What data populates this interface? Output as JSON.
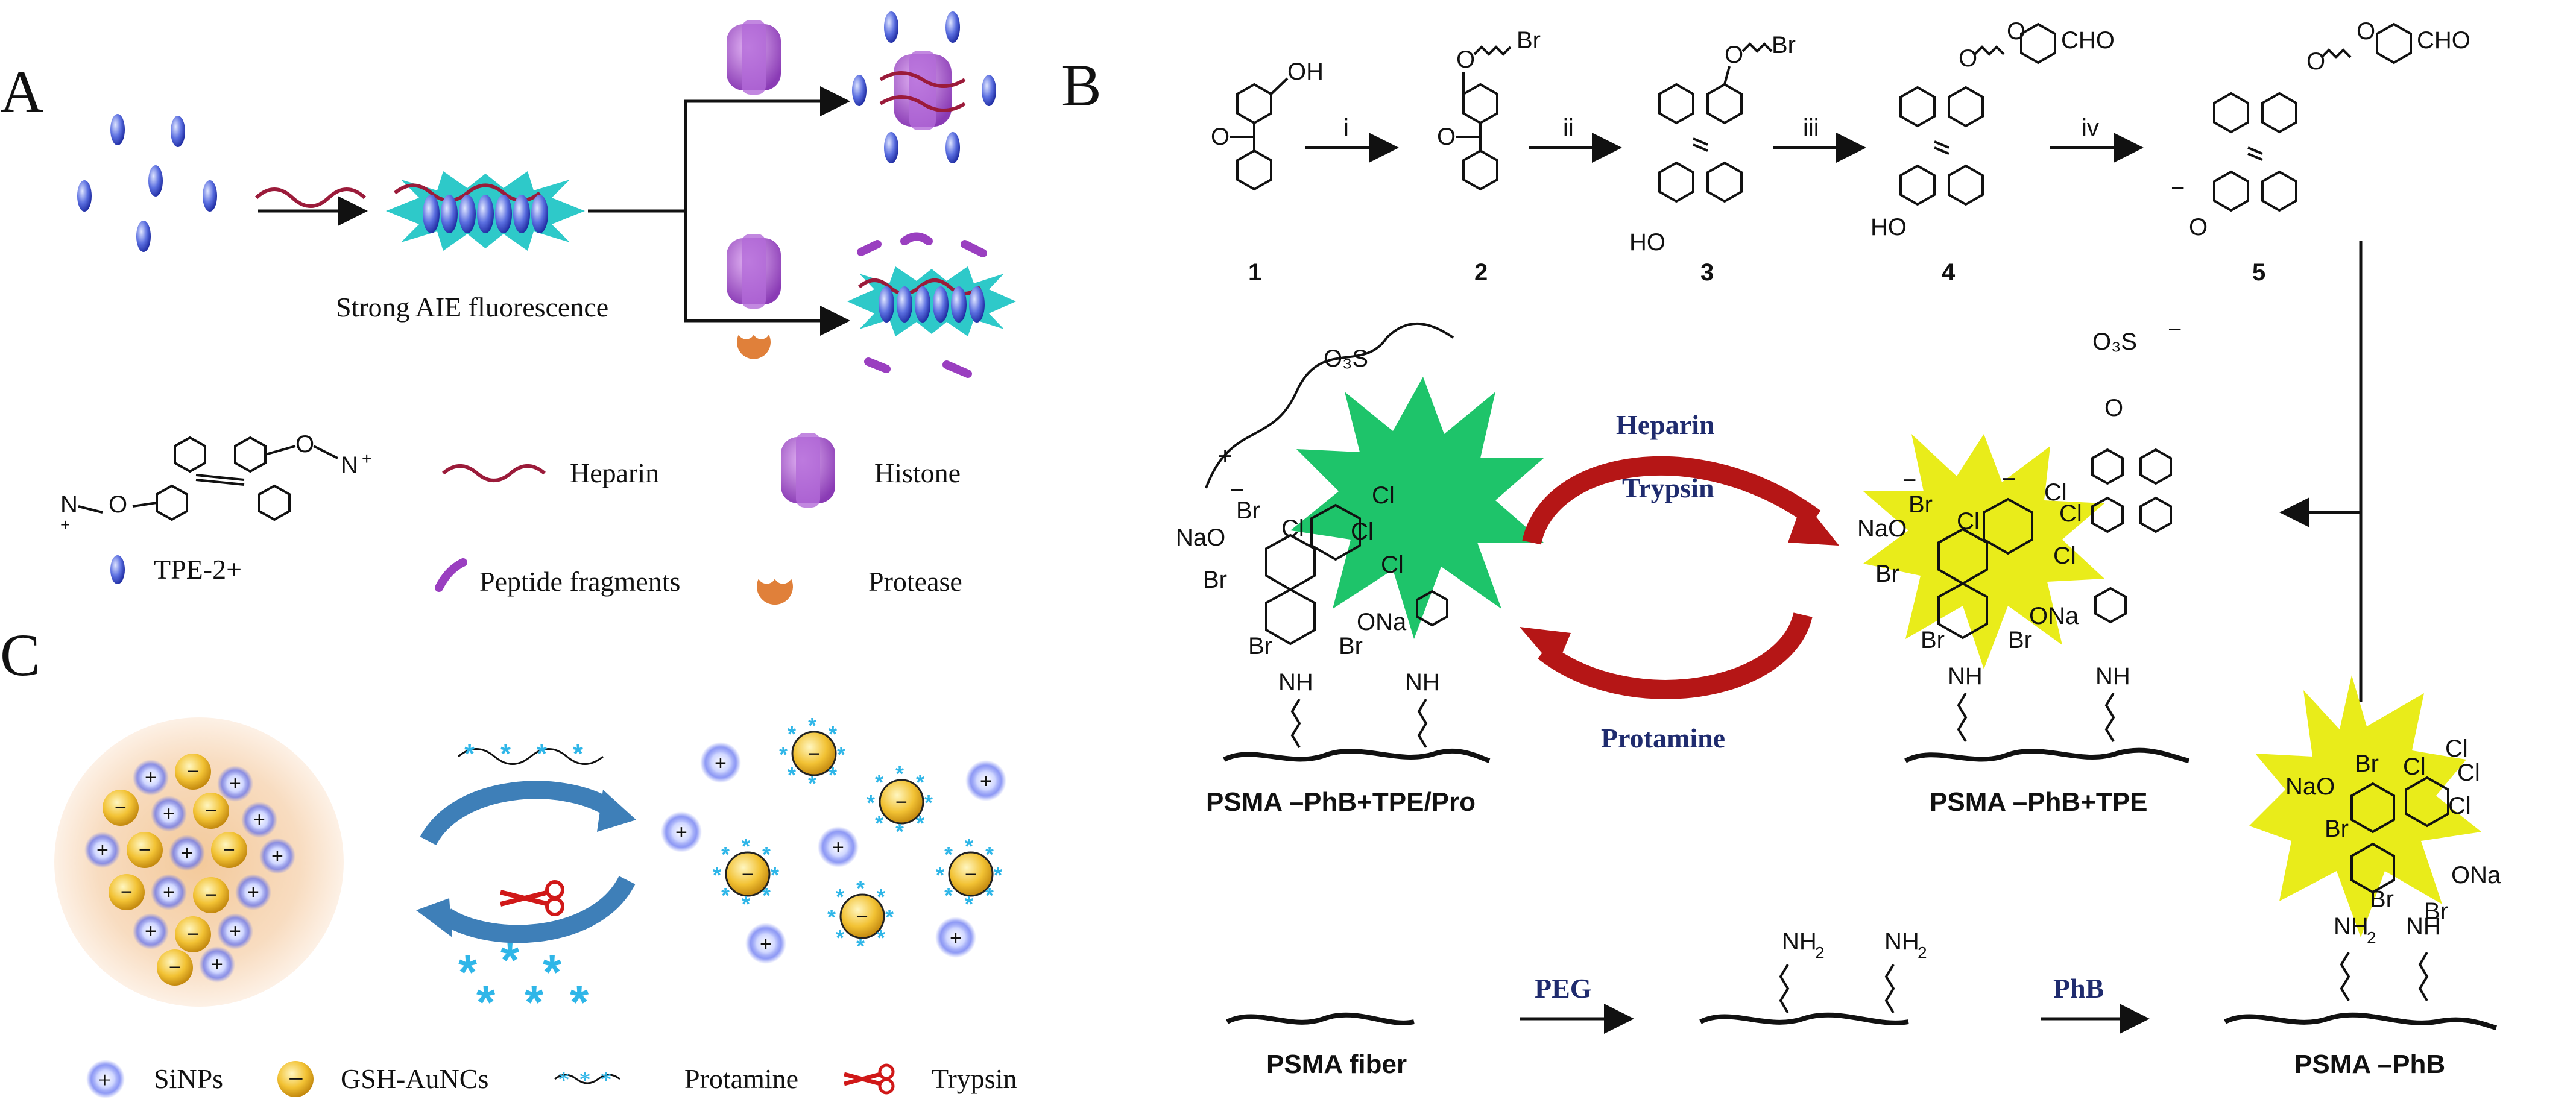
{
  "panels": {
    "a": "A",
    "b": "B",
    "c": "C"
  },
  "panel_a": {
    "center_caption": "Strong AIE fluorescence",
    "legend": {
      "heparin": "Heparin",
      "histone": "Histone",
      "tpe": "TPE-2+",
      "peptides": "Peptide fragments",
      "protease": "Protease"
    }
  },
  "panel_b": {
    "steps": [
      "i",
      "ii",
      "iii",
      "iv"
    ],
    "compounds": [
      "1",
      "2",
      "3",
      "4",
      "5"
    ],
    "groups": {
      "oh": "OH",
      "ho": "HO",
      "o": "O",
      "br": "Br",
      "cho": "CHO",
      "cl": "Cl",
      "nao": "NaO",
      "ona": "ONa",
      "nh": "NH",
      "nh2": "NH",
      "sub2": "2",
      "so3": "O₃S",
      "minus": "−",
      "plus": "+"
    },
    "cycle": {
      "heparin": "Heparin",
      "trypsin": "Trypsin",
      "protamine": "Protamine"
    },
    "captions": {
      "left_complex": "PSMA –PhB+TPE/Pro",
      "right_complex": "PSMA –PhB+TPE",
      "fiber": "PSMA fiber",
      "phb_fiber": "PSMA –PhB"
    },
    "reagents": {
      "peg": "PEG",
      "phb": "PhB"
    }
  },
  "panel_c": {
    "legend": {
      "sinps": "SiNPs",
      "aunc": "GSH-AuNCs",
      "protamine": "Protamine",
      "trypsin": "Trypsin"
    }
  },
  "colors": {
    "tpe_blue": "#3a4fd0",
    "heparin": "#9b1b3a",
    "histone": "#9a4fc0",
    "protease": "#e0803a",
    "aie_cyan": "#2ec9c9",
    "green_star": "#1ec46a",
    "yellow_star": "#e9ec1a",
    "cycle_red": "#b51616",
    "cycle_blue": "#3e7fb8",
    "text_blue": "#1a23c8",
    "gold": "#f0c030",
    "protamine_star": "#2fb6e8",
    "scissor_red": "#d01818"
  }
}
